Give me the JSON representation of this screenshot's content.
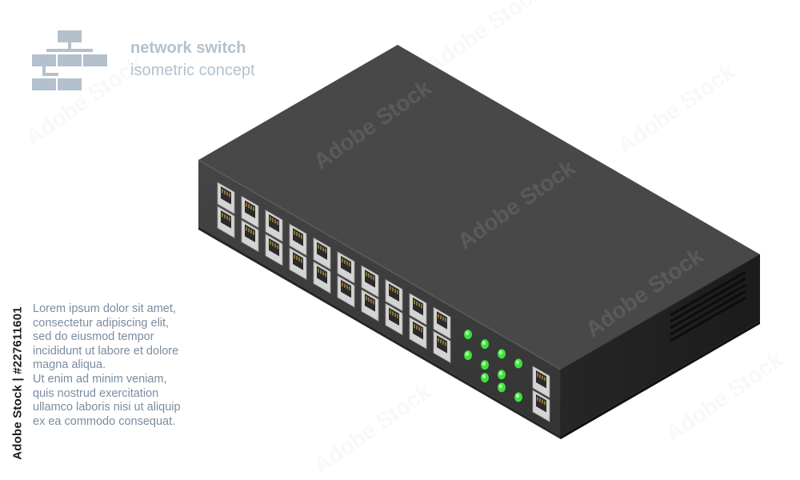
{
  "header": {
    "title": "network switch",
    "subtitle": "isometric concept"
  },
  "description": {
    "lines": [
      "Lorem ipsum dolor sit amet,",
      "consectetur adipiscing elit,",
      "sed do eiusmod tempor",
      "incididunt ut labore et dolore",
      "magna aliqua.",
      "Ut enim ad minim veniam,",
      "quis nostrud exercitation",
      "ullamco laboris nisi ut aliquip",
      "ex ea commodo consequat."
    ]
  },
  "stock_id": "Adobe Stock | #227611601",
  "watermark_text": "Adobe Stock",
  "device": {
    "port_pairs": 10,
    "uplink_pairs": 1,
    "led_count": 10
  },
  "colors": {
    "accent_text": "#b4c1cc",
    "body_text": "#7a8ca0",
    "icon": "#b4c1cc",
    "case_top": "#4a4a4a",
    "case_front": "#3a3a3a",
    "case_side": "#1f1f1f",
    "led_green": "#3ee23e"
  }
}
